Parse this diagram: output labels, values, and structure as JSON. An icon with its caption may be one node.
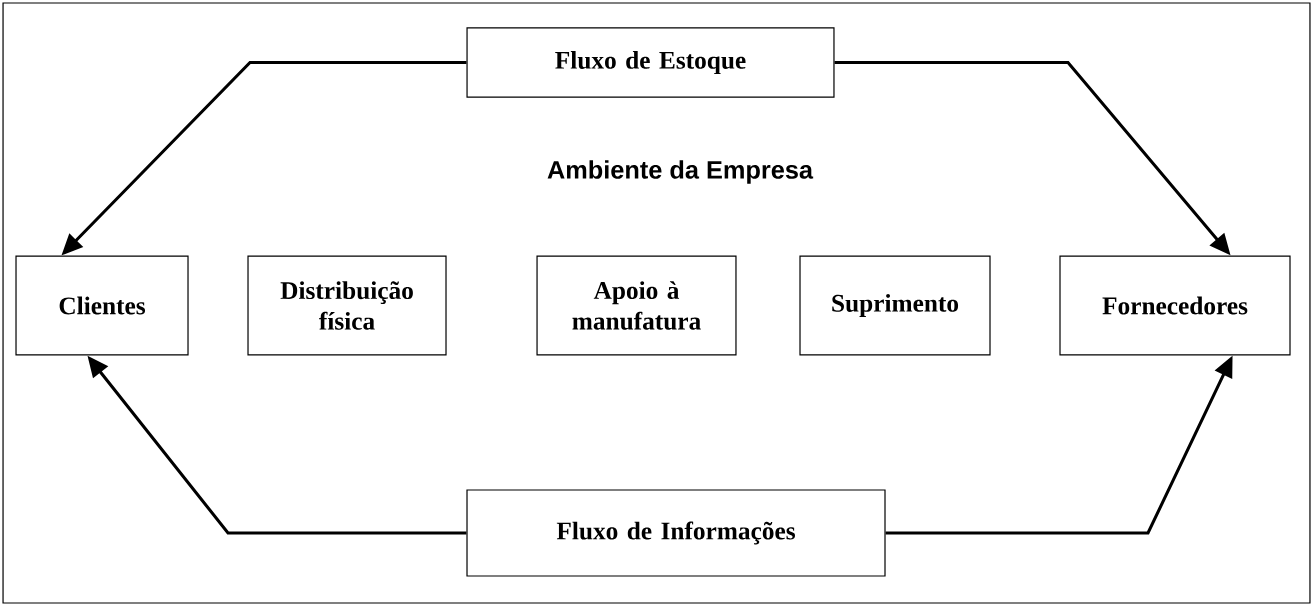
{
  "diagram": {
    "nodes": [
      {
        "text": [
          "Ambiente da Empresa"
        ]
      },
      {
        "text": [
          "Fluxo de Estoque"
        ],
        "in": 0
      },
      {
        "text": [
          "Clientes"
        ],
        "in": 0
      },
      {
        "text": [
          "Distribuição física"
        ],
        "in": 0
      },
      {
        "text": [
          "Apoio à manufatura"
        ],
        "in": 0
      },
      {
        "text": [
          "Suprimento"
        ],
        "in": 0
      },
      {
        "text": [
          "Fornecedores"
        ],
        "in": 0
      },
      {
        "text": [
          "Fluxo de Informações"
        ],
        "in": 0
      }
    ],
    "edges": [
      {
        "from": 1,
        "to": 2,
        "arrow": "to"
      },
      {
        "from": 1,
        "to": 6,
        "arrow": "to"
      },
      {
        "from": 7,
        "to": 2,
        "arrow": "to"
      },
      {
        "from": 7,
        "to": 6,
        "arrow": "to"
      }
    ]
  }
}
